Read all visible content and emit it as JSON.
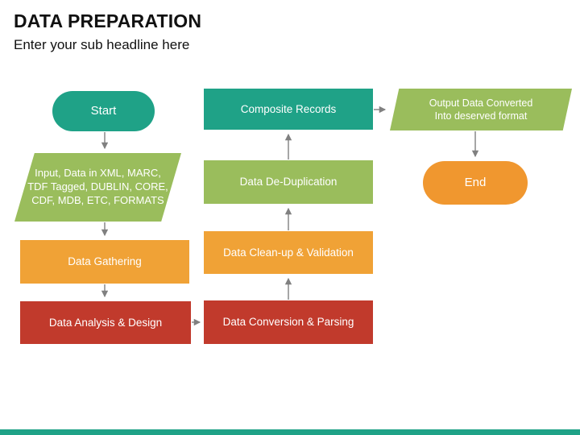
{
  "slide": {
    "title": "DATA PREPARATION",
    "subtitle": "Enter your sub headline here"
  },
  "flowchart": {
    "start": {
      "label": "Start"
    },
    "input_formats": {
      "lines": [
        "Input, Data in XML, MARC,",
        "TDF Tagged, DUBLIN, CORE,",
        "CDF, MDB, ETC, FORMATS"
      ]
    },
    "data_gathering": {
      "label": "Data Gathering"
    },
    "data_analysis": {
      "label": "Data Analysis & Design"
    },
    "data_conversion": {
      "label": "Data Conversion & Parsing"
    },
    "data_cleanup": {
      "label": "Data Clean-up & Validation"
    },
    "data_dedup": {
      "label": "Data De-Duplication"
    },
    "composite_records": {
      "label": "Composite Records"
    },
    "output_converted": {
      "lines": [
        "Output Data Converted",
        "Into deserved format"
      ]
    },
    "end": {
      "label": "End"
    }
  },
  "colors": {
    "teal": "#1FA287",
    "green": "#9ABD5C",
    "orange": "#F0A236",
    "red": "#C13A2C",
    "end-orange": "#F0972F",
    "arrow": "#808080",
    "accent-bar": "#1FA287"
  }
}
